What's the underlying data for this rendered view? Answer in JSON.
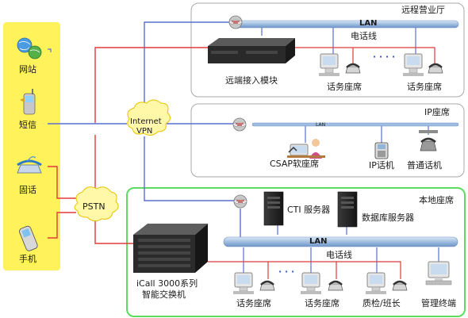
{
  "remote_office": {
    "title": "远程营业厅",
    "lan": "LAN",
    "phone_line": "电话线",
    "module": "远端接入模块",
    "seat_1": "话务座席",
    "seat_2": "话务座席",
    "dots": "· · · ·"
  },
  "ip_seat": {
    "title": "IP座席",
    "lan": "LAN",
    "csap": "CSAP软座席",
    "ip_phone": "IP话机",
    "normal_phone": "普通话机"
  },
  "local_seat": {
    "title": "本地座席",
    "lan": "LAN",
    "phone_line": "电话线",
    "cti": "CTI 服务器",
    "db": "数据库服务器",
    "switch_line1": "iCall 3000系列",
    "switch_line2": "智能交换机",
    "seat_1": "话务座席",
    "seat_2": "话务座席",
    "qc": "质检/班长",
    "mgmt": "管理终端",
    "dots": "· · ·"
  },
  "channels": {
    "website": "网站",
    "sms": "短信",
    "landline": "固话",
    "mobile": "手机"
  },
  "clouds": {
    "internet_line1": "Internet",
    "internet_line2": "VPN",
    "pstn": "PSTN"
  },
  "colors": {
    "yellow_panel": "#fff25a",
    "green_border": "#5fdc5f",
    "gray_border": "#9a9a9a",
    "blue_line": "#5a6fd0",
    "red_line": "#e23a3a",
    "lan_bar": "#9fbde0"
  }
}
